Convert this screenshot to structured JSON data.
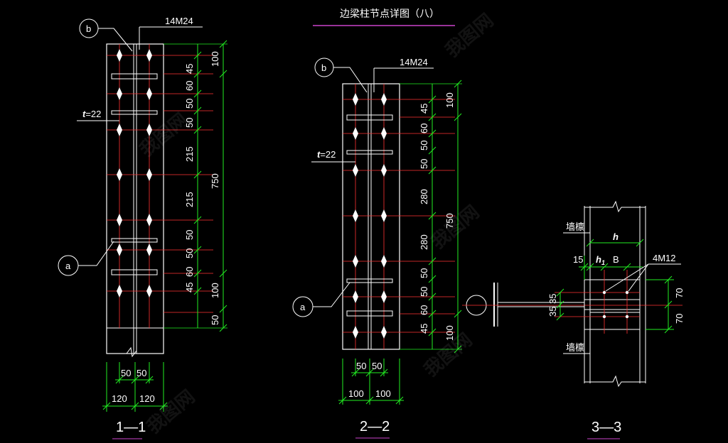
{
  "title": "边梁柱节点详图（八）",
  "watermark": "我图网",
  "colors": {
    "background": "#000000",
    "outline": "#ffffff",
    "centerline": "#ff3333",
    "dimension": "#22ee22",
    "title_underline": "#cc44cc",
    "ticks": "#22ee22"
  },
  "view1": {
    "section_label": "1—1",
    "bolt_label": "14M24",
    "callout_b": "b",
    "callout_a": "a",
    "thickness_symbol": "t",
    "thickness_value": "=22",
    "right_dims": [
      "45",
      "60",
      "50",
      "50",
      "215",
      "215",
      "50",
      "50",
      "60",
      "45"
    ],
    "right_outer_dims": [
      "100",
      "750",
      "100",
      "50"
    ],
    "bottom_inner": [
      "50",
      "50"
    ],
    "bottom_outer": [
      "120",
      "120"
    ]
  },
  "view2": {
    "section_label": "2—2",
    "bolt_label": "14M24",
    "callout_b": "b",
    "callout_a": "a",
    "thickness_symbol": "t",
    "thickness_value": "=22",
    "right_dims": [
      "45",
      "60",
      "50",
      "50",
      "280",
      "280",
      "50",
      "50",
      "60",
      "45"
    ],
    "right_outer_dims": [
      "100",
      "750",
      "100"
    ],
    "bottom_inner": [
      "50",
      "50"
    ],
    "bottom_outer": [
      "100",
      "100"
    ]
  },
  "view3": {
    "section_label": "3—3",
    "purlin_top": "墙檩",
    "purlin_bottom": "墙檩",
    "h_label": "h",
    "h1_label": "h",
    "h1_sub": "1",
    "b_label": "B",
    "dim_15": "15",
    "bolt_label": "4M12",
    "left_dims": [
      "35",
      "35"
    ],
    "right_dims": [
      "70",
      "70"
    ]
  }
}
